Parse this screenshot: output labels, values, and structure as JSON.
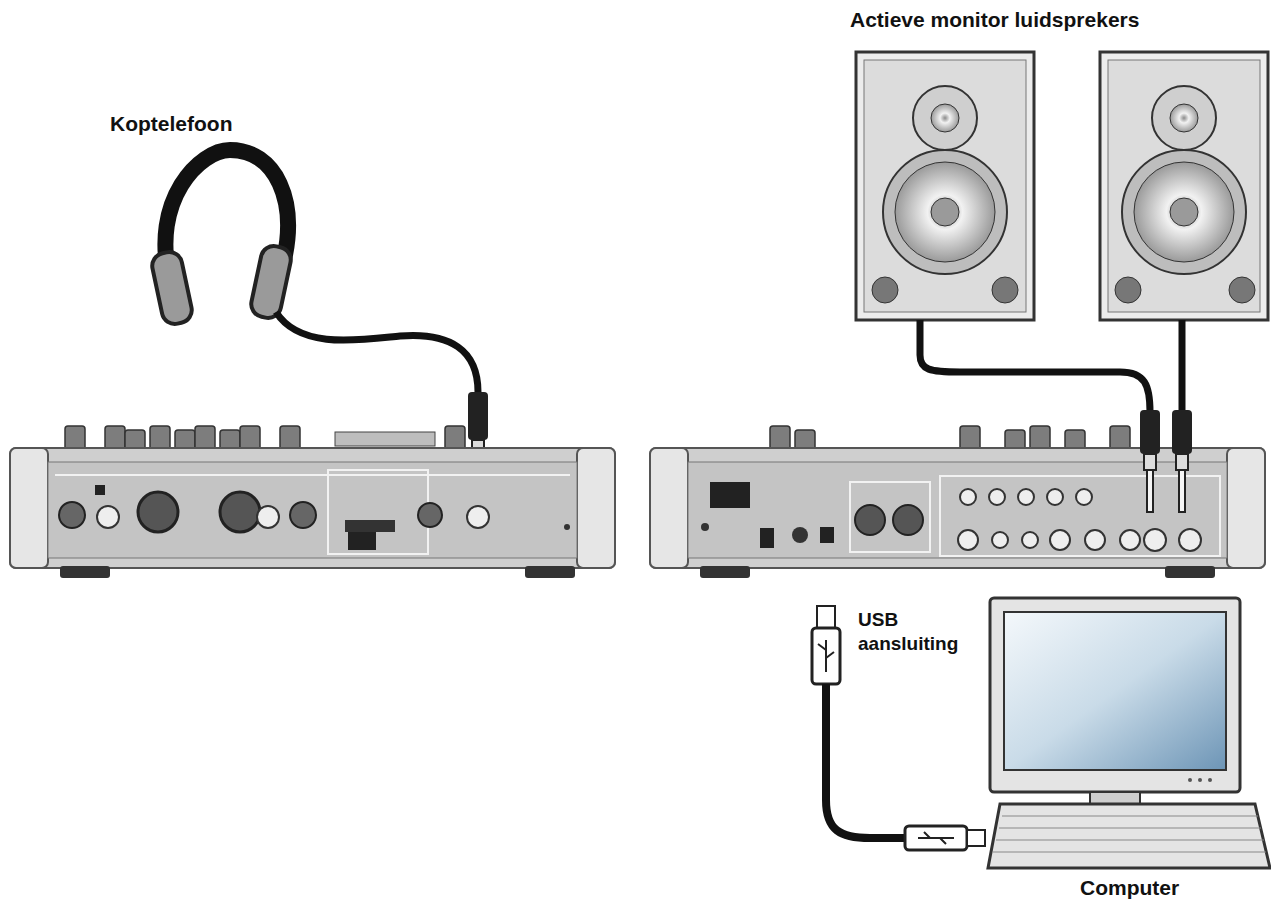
{
  "diagram": {
    "nodes": [
      {
        "text": [
          "Koptelefoon"
        ]
      },
      {
        "text": [
          "Actieve monitor luidsprekers"
        ]
      },
      {
        "text": [
          "Computer"
        ]
      }
    ],
    "labels": [
      "USB aansluiting"
    ]
  }
}
